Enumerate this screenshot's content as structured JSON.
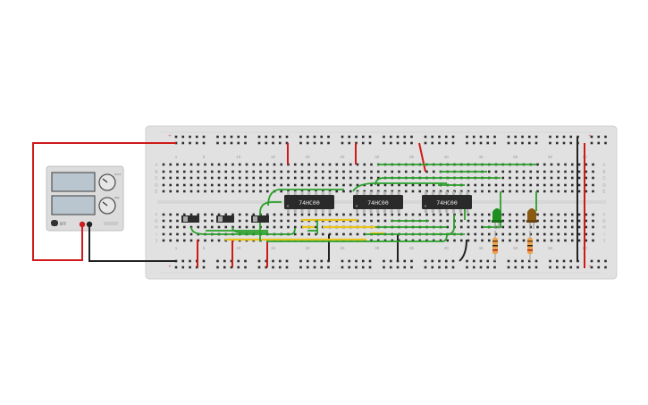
{
  "colors": {
    "board": "#e1e1e1",
    "hole": "#2c2c2c",
    "rail_red": "#d4201d",
    "rail_black": "#222222",
    "wire_green": "#2aa02a",
    "wire_yellow": "#e8c31c",
    "wire_red": "#d01a1a",
    "wire_black": "#222222",
    "chip": "#2a2a2a",
    "led_green": "#1f8f1f",
    "led_brown": "#8a5a12",
    "resistor": "#e9a24a"
  },
  "breadboard": {
    "column_labels_top": [
      "1",
      "5",
      "10",
      "15",
      "20",
      "25",
      "30",
      "35",
      "40",
      "45",
      "50",
      "55",
      "60"
    ],
    "column_labels_bottom": [
      "1",
      "5",
      "10",
      "15",
      "20",
      "25",
      "30",
      "35",
      "40",
      "45",
      "50",
      "55",
      "60"
    ],
    "row_labels_upper": [
      "A",
      "B",
      "C",
      "D",
      "E"
    ],
    "row_labels_lower": [
      "F",
      "G",
      "H",
      "I",
      "J"
    ],
    "rail_plus_symbol": "+",
    "rail_minus_symbol": "−"
  },
  "chips": [
    {
      "label": "74HC00"
    },
    {
      "label": "74HC00"
    },
    {
      "label": "74HC00"
    }
  ],
  "switches": [
    {
      "name": "switch-1"
    },
    {
      "name": "switch-2"
    },
    {
      "name": "switch-3"
    }
  ],
  "leds": [
    {
      "color": "green"
    },
    {
      "color": "brown"
    }
  ],
  "power_supply": {
    "knob1_label": "Volt",
    "knob2_label": "Amp",
    "power_label": "OFF"
  }
}
